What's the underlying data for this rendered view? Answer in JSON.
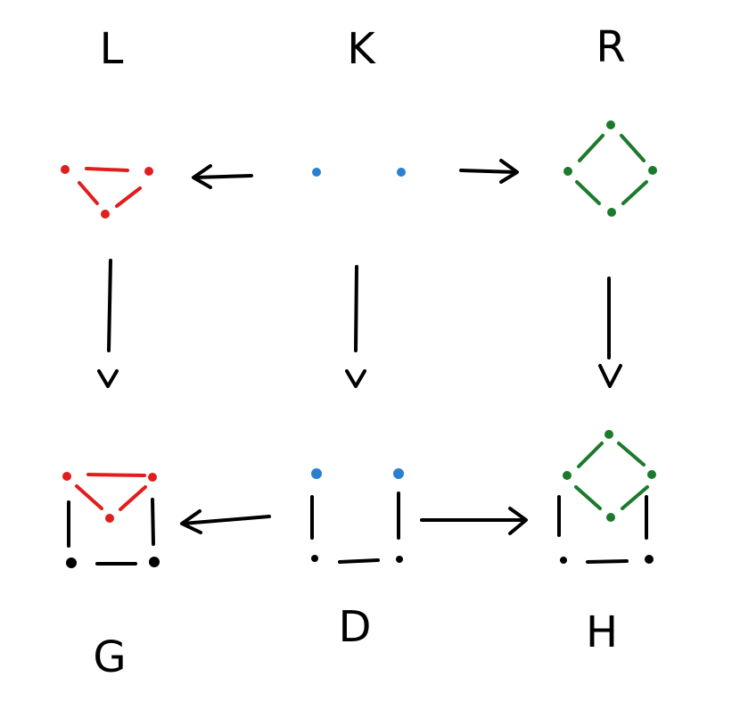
{
  "labels": {
    "L": "L",
    "K": "K",
    "R": "R",
    "G": "G",
    "D": "D",
    "H": "H"
  },
  "colors": {
    "left_graph": "#e21d1d",
    "interface": "#2a7fd0",
    "right_graph": "#1b7a2c",
    "context": "#000000"
  }
}
